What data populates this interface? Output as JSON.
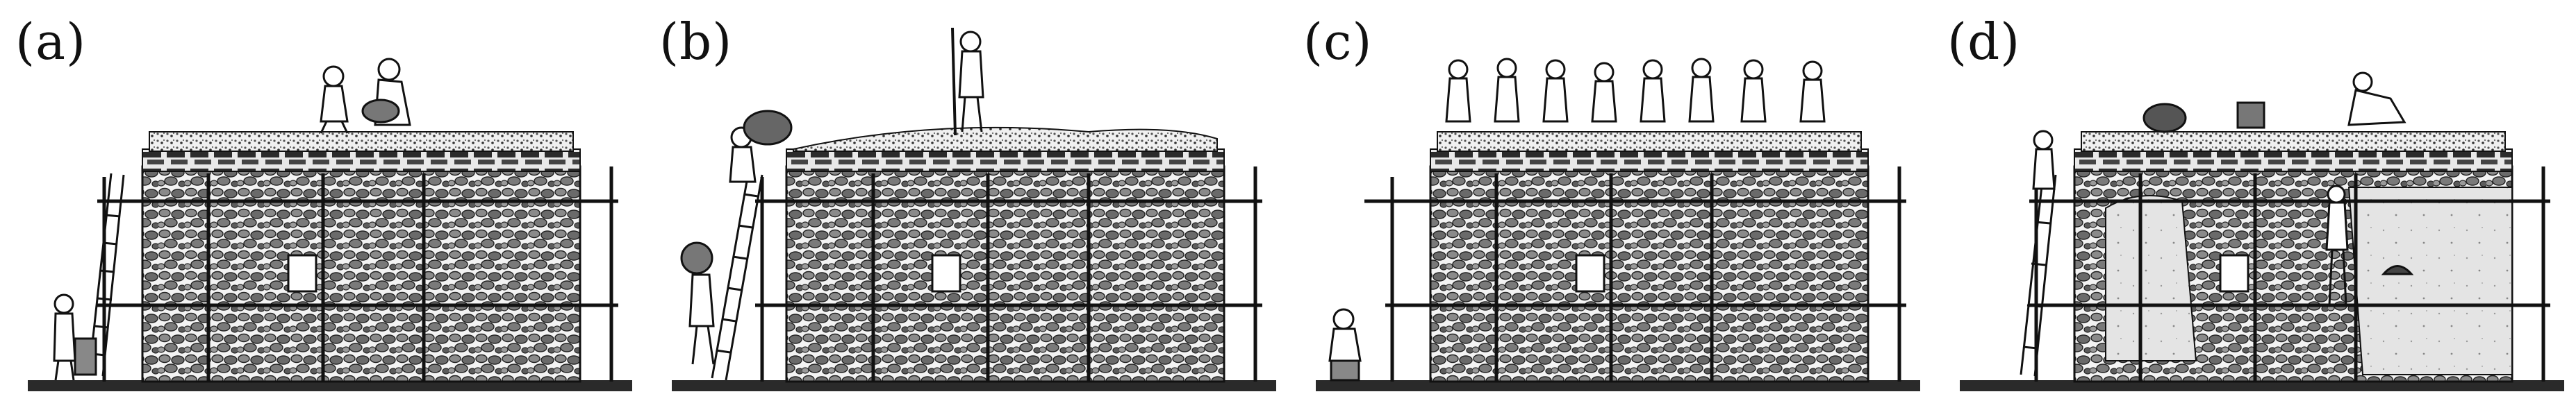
{
  "panels": [
    {
      "label": "(a)",
      "stage": "a"
    },
    {
      "label": "(b)",
      "stage": "b"
    },
    {
      "label": "(c)",
      "stage": "c"
    },
    {
      "label": "(d)",
      "stage": "d"
    }
  ],
  "palette": {
    "ink": "#1a1a1a",
    "stone": "#6e6e6e",
    "stone_dark": "#3c3c3c",
    "plaster": "#dcdcdc",
    "ground": "#2a2a2a",
    "paper": "#ffffff"
  },
  "icons": [
    "worker-figure-icon",
    "ladder-icon",
    "scaffold-pole-icon",
    "stone-wall-texture",
    "window-icon",
    "basket-icon"
  ]
}
